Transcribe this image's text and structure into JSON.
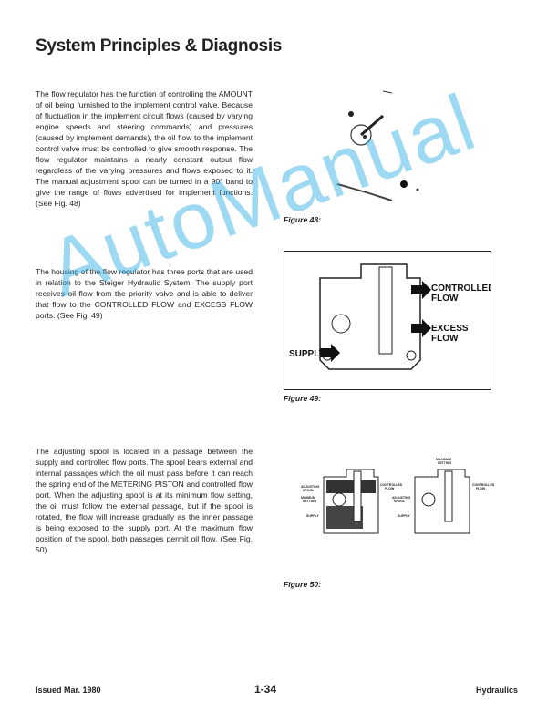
{
  "title": "System Principles & Diagnosis",
  "paragraphs": [
    "The flow regulator has the function of controlling the AMOUNT of oil being furnished to the implement control valve. Because of fluctuation in the implement circuit flows (caused by varying engine speeds and steering commands) and pressures (caused by implement demands), the oil flow to the implement control valve must be controlled to give smooth response. The flow regulator maintains a nearly constant output flow regardless of the varying pressures and flows exposed to it. The manual adjustment spool can be turned in a 90° band to give the range of flows advertised for implement functions. (See Fig. 48)",
    "The housing of the flow regulator has three ports that are used in relation to the Steiger Hydraulic System. The supply port receives oil flow from the priority valve and is able to deliver that flow to the CONTROLLED FLOW and EXCESS FLOW ports. (See Fig. 49)",
    "The adjusting spool is located in a passage between the supply and controlled flow ports. The spool bears external and internal passages which the oil must pass before it can reach the spring end of the METERING PISTON and controlled flow port. When the adjusting spool is at its minimum flow setting, the oil must follow the external passage, but if the spool is rotated, the flow will increase gradually as the inner passage is being exposed to the supply port. At the maximum flow position of the spool, both passages permit oil flow. (See Fig. 50)"
  ],
  "figures": {
    "fig48": {
      "caption": "Figure 48:"
    },
    "fig49": {
      "caption": "Figure 49:",
      "labels": {
        "controlled1": "CONTROLLED",
        "controlled2": "FLOW",
        "excess1": "EXCESS",
        "excess2": "FLOW",
        "supply": "SUPPLY"
      }
    },
    "fig50": {
      "caption": "Figure 50:",
      "labels": {
        "adjusting1": "ADJUSTING",
        "adjusting2": "SPOOL",
        "minimum1": "MINIMUM",
        "minimum2": "SETTING",
        "supply": "SUPPLY",
        "controlled1": "CONTROLLED",
        "controlled2": "FLOW",
        "maximum1": "MAXIMUM",
        "maximum2": "SETTING"
      }
    }
  },
  "footer": {
    "left": "Issued Mar. 1980",
    "center": "1-34",
    "right": "Hydraulics"
  },
  "watermark": "AutoManual"
}
